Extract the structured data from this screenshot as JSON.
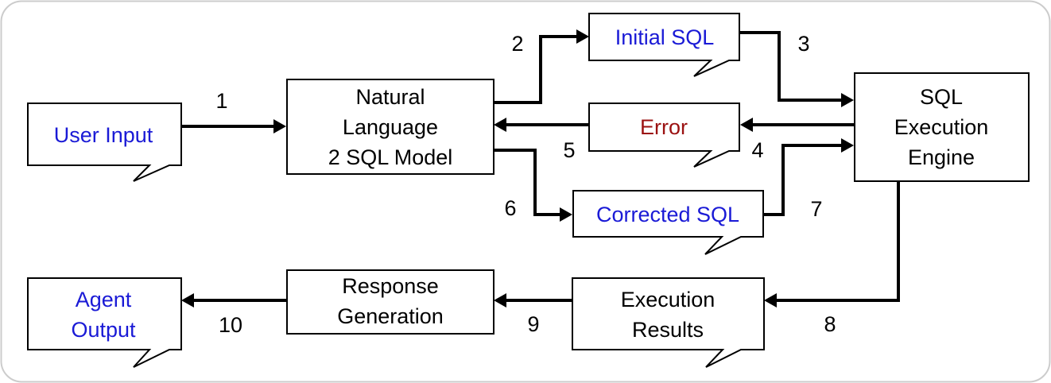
{
  "colors": {
    "frame_border": "#cccccc",
    "box_border": "#000000",
    "arrow": "#000000",
    "sql_text_blue": "#1a1ad6",
    "error_text_red": "#9b1111",
    "plain_text": "#000000"
  },
  "nodes": {
    "user_input": {
      "lines": [
        "User Input"
      ],
      "shape": "callout",
      "color": "blue"
    },
    "nl2sql": {
      "lines": [
        "Natural",
        "Language",
        "2 SQL Model"
      ],
      "shape": "rectangle",
      "color": "black"
    },
    "initial_sql": {
      "lines": [
        "Initial SQL"
      ],
      "shape": "callout",
      "color": "blue"
    },
    "error": {
      "lines": [
        "Error"
      ],
      "shape": "callout",
      "color": "red"
    },
    "corrected_sql": {
      "lines": [
        "Corrected SQL"
      ],
      "shape": "callout",
      "color": "blue"
    },
    "sql_engine": {
      "lines": [
        "SQL",
        "Execution",
        "Engine"
      ],
      "shape": "rectangle",
      "color": "black"
    },
    "execution_results": {
      "lines": [
        "Execution",
        "Results"
      ],
      "shape": "callout",
      "color": "black"
    },
    "response_generation": {
      "lines": [
        "Response",
        "Generation"
      ],
      "shape": "rectangle",
      "color": "black"
    },
    "agent_output": {
      "lines": [
        "Agent",
        "Output"
      ],
      "shape": "callout",
      "color": "blue"
    }
  },
  "edges": [
    {
      "label": "1",
      "from": "user_input",
      "to": "nl2sql"
    },
    {
      "label": "2",
      "from": "nl2sql",
      "to": "initial_sql"
    },
    {
      "label": "3",
      "from": "initial_sql",
      "to": "sql_engine"
    },
    {
      "label": "4",
      "from": "sql_engine",
      "to": "error"
    },
    {
      "label": "5",
      "from": "error",
      "to": "nl2sql"
    },
    {
      "label": "6",
      "from": "nl2sql",
      "to": "corrected_sql"
    },
    {
      "label": "7",
      "from": "corrected_sql",
      "to": "sql_engine"
    },
    {
      "label": "8",
      "from": "sql_engine",
      "to": "execution_results"
    },
    {
      "label": "9",
      "from": "execution_results",
      "to": "response_generation"
    },
    {
      "label": "10",
      "from": "response_generation",
      "to": "agent_output"
    }
  ]
}
